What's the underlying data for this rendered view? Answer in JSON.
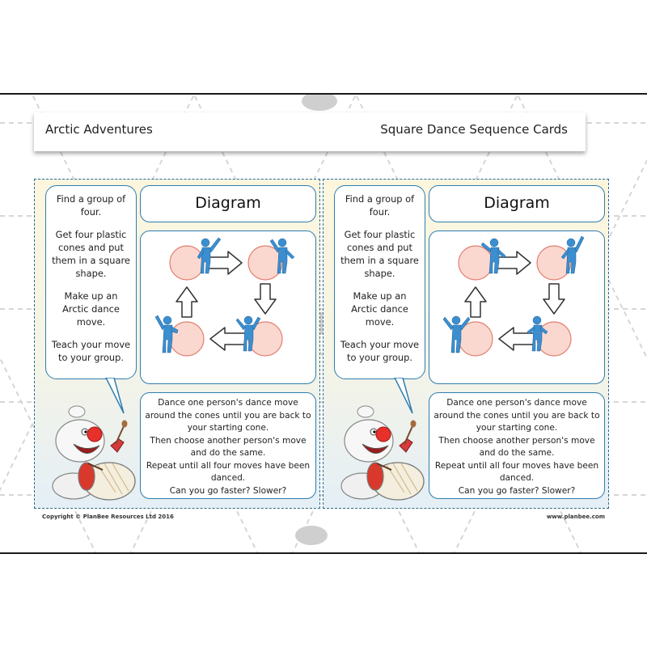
{
  "header": {
    "left_title": "Arctic Adventures",
    "right_title": "Square Dance Sequence Cards"
  },
  "cards": [
    {
      "steps": [
        "Find a group of four.",
        "Get four plastic cones and put them in a square shape.",
        "Make up an Arctic dance move.",
        "Teach your move to your group."
      ],
      "diagram_title": "Diagram",
      "instructions": [
        "Dance one person's dance move around the cones until you are back to your starting cone.",
        "Then choose another person's move and do the same.",
        "Repeat until all four moves have been danced.",
        "Can you go faster? Slower?"
      ]
    },
    {
      "steps": [
        "Find a group of four.",
        "Get four plastic cones and put them in a square shape.",
        "Make up an Arctic dance move.",
        "Teach your move to your group."
      ],
      "diagram_title": "Diagram",
      "instructions": [
        "Dance one person's dance move around the cones until you are back to your starting cone.",
        "Then choose another person's move and do the same.",
        "Repeat until all four moves have been danced.",
        "Can you go faster? Slower?"
      ]
    }
  ],
  "footer": {
    "copyright": "Copyright © PlanBee Resources Ltd 2016",
    "website": "www.planbee.com"
  },
  "colors": {
    "card_border": "#2a6a96",
    "box_border": "#2e7db0",
    "figure_blue": "#3b8fd0",
    "cone_pink": "#fbd8cf"
  }
}
